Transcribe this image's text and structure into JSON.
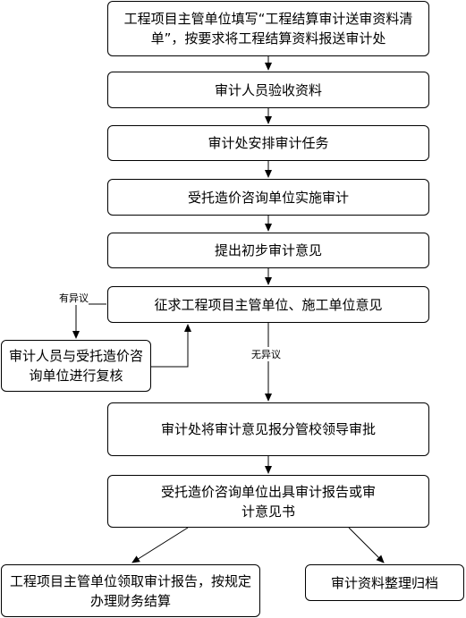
{
  "steps": {
    "s1": "工程项目主管单位填写“工程结算审计送审资料清单”，按要求将工程结算资料报送审计处",
    "s2": "审计人员验收资料",
    "s3": "审计处安排审计任务",
    "s4": "受托造价咨询单位实施审计",
    "s5": "提出初步审计意见",
    "s6": "征求工程项目主管单位、施工单位意见",
    "s7": "审计人员与受托造价咨询单位进行复核",
    "s8": "审计处将审计意见报分管校领导审批",
    "s9": "受托造价咨询单位出具审计报告或审计意见书",
    "s10": "工程项目主管单位领取审计报告，按规定办理财务结算",
    "s11": "审计资料整理归档"
  },
  "edge_labels": {
    "objection": "有异议",
    "no_objection": "无异议"
  }
}
